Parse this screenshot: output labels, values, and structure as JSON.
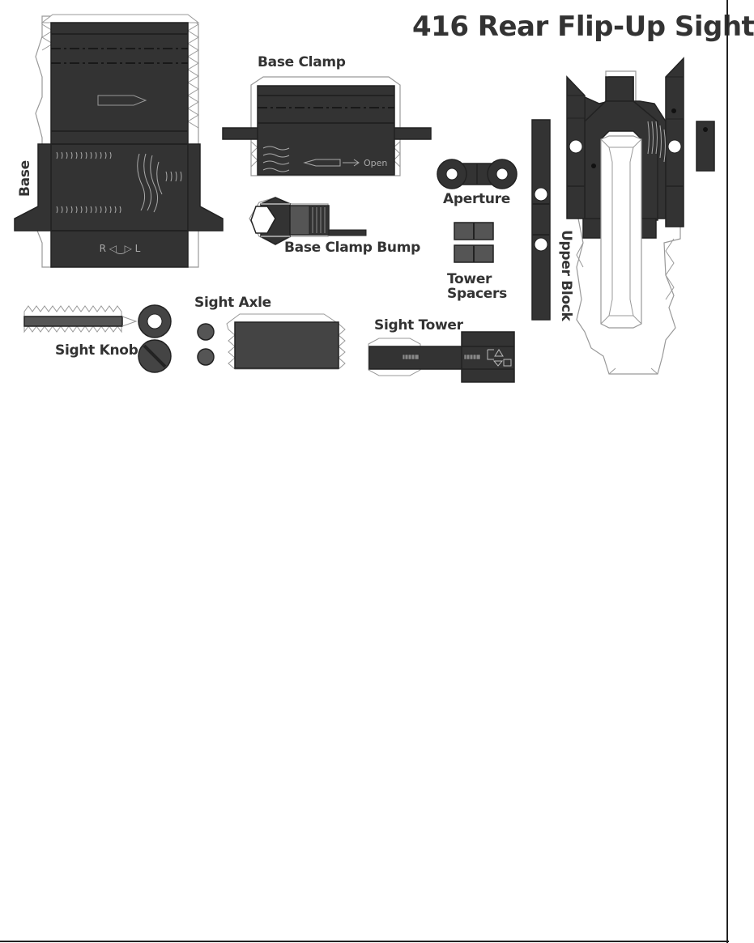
{
  "title": "416 Rear Flip-Up Sight",
  "labels": {
    "base": "Base",
    "base_clamp": "Base Clamp",
    "base_clamp_bump": "Base Clamp Bump",
    "aperture": "Aperture",
    "tower_spacers_line1": "Tower",
    "tower_spacers_line2": "Spacers",
    "upper_block": "Upper Block",
    "sight_axle": "Sight Axle",
    "sight_knob": "Sight Knob",
    "sight_tower": "Sight Tower"
  },
  "markings": {
    "base_direction": "R ◁‿▷ L",
    "clamp_open": "Open"
  },
  "colors": {
    "part_fill": "#333333",
    "part_mid": "#555555",
    "outline": "#999999",
    "text": "#333333"
  }
}
